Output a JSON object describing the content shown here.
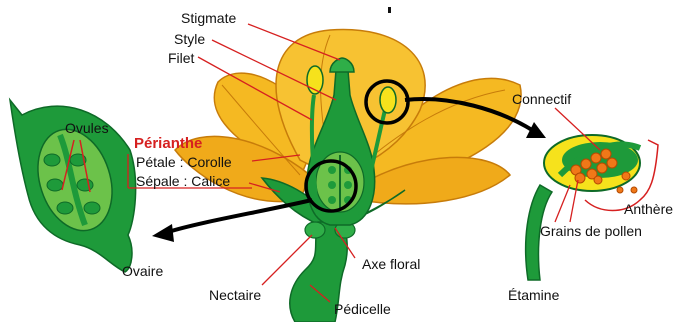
{
  "colors": {
    "petal": "#F5B922",
    "petal_dark": "#E59A10",
    "green": "#1E9A3A",
    "green_dark": "#0E6A27",
    "green_light": "#6CC24A",
    "pollen": "#F07818",
    "anther_yellow": "#F6E21C",
    "pointer_red": "#D62020",
    "arrow": "#000000"
  },
  "labels": {
    "stigmate": "Stigmate",
    "style": "Style",
    "filet": "Filet",
    "ovules": "Ovules",
    "perianthe": "Périanthe",
    "petale": "Pétale : Corolle",
    "sepale": "Sépale : Calice",
    "ovaire": "Ovaire",
    "nectaire": "Nectaire",
    "axe_floral": "Axe floral",
    "pedicelle": "Pédicelle",
    "connectif": "Connectif",
    "anthere": "Anthère",
    "grains": "Grains de pollen",
    "etamine": "Étamine"
  }
}
